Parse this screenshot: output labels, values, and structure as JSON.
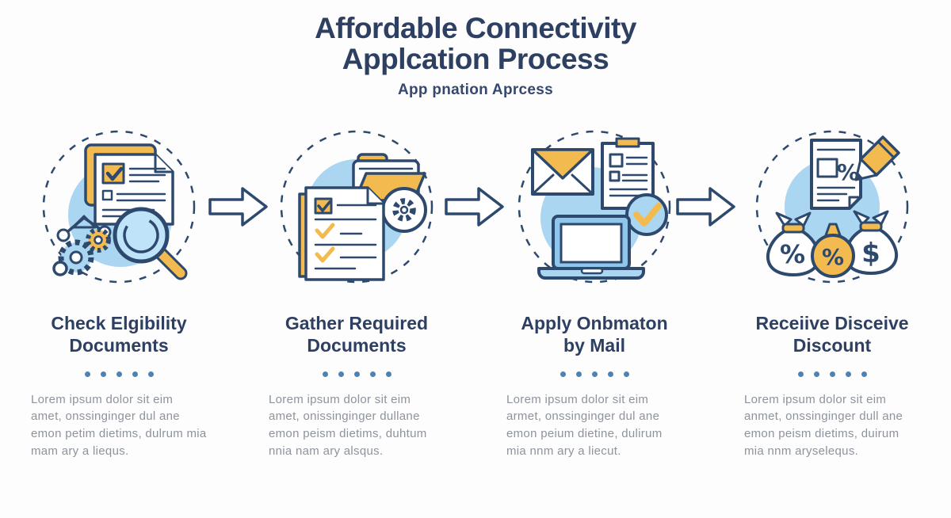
{
  "header": {
    "title_line1": "Affordable Connectivity",
    "title_line2": "Applcation Process",
    "subtitle": "App pnation Aprcess"
  },
  "separator": {
    "dot_count": 5,
    "dot_color": "#4c83b6"
  },
  "colors": {
    "heading_navy": "#2e4062",
    "icon_outline_navy": "#2d4a6e",
    "icon_fill_light_blue": "#abd6f2",
    "icon_fill_yellow": "#f3bb4f",
    "body_text_gray": "#8d939d",
    "background": "#fdfdfd"
  },
  "arrows": {
    "count": 3,
    "icon": "right-arrow-icon"
  },
  "steps": [
    {
      "icon": "document-search-gears-icon",
      "title_line1": "Check Elgibility",
      "title_line2": "Documents",
      "description": "Lorem ipsum dolor sit eim amet, onssinginger dul ane emon petim dietims, dulrum mia mam ary a liequs."
    },
    {
      "icon": "folder-checklist-gear-icon",
      "title_line1": "Gather Required",
      "title_line2": "Documents",
      "description": "Lorem ipsum dolor sit eim amet, onissinginger dullane emon peism dietims, duhtum nnia nam ary alsqus."
    },
    {
      "icon": "envelope-laptop-checkmark-icon",
      "title_line1": "Apply Onbmaton",
      "title_line2": "by Mail",
      "description": "Lorem ipsum dolor sit eim armet, onssinginger dul ane emon peium dietine, dulirum mia nnm ary a liecut."
    },
    {
      "icon": "money-bags-discount-icon",
      "title_line1": "Receiive Disceive",
      "title_line2": "Discount",
      "description": "Lorem ipsum dolor sit eim anmet, onssinginger dull ane emon peism dietims, duirum mia nnm aryselequs."
    }
  ]
}
